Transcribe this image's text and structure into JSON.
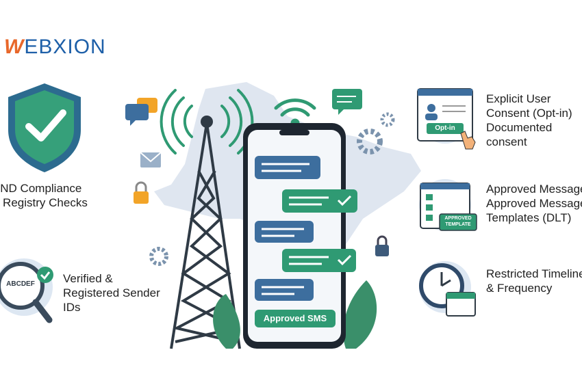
{
  "brand": {
    "logo_text": "WEBXION",
    "logo_accent": "W",
    "logo_rest": "EBXION",
    "colors": {
      "accent": "#e8672a",
      "primary": "#1d5fa8",
      "green": "#2f9a73"
    }
  },
  "left_features": [
    {
      "icon": "shield-check-icon",
      "lines": [
        "DND Compliance",
        "& Registry Checks"
      ]
    },
    {
      "icon": "magnifier-sender-id-icon",
      "badge_text": "ABCDEF",
      "lines": [
        "Verified &",
        "Registered Sender",
        "IDs"
      ]
    }
  ],
  "right_features": [
    {
      "icon": "opt-in-window-icon",
      "button_text": "Opt-in",
      "lines": [
        "Explicit User",
        "Consent (Opt-in)",
        "Documented",
        "consent"
      ]
    },
    {
      "icon": "approved-template-icon",
      "badge_text": [
        "APPROVED",
        "TEMPLATE"
      ],
      "lines": [
        "Approved Message",
        "Approved Message",
        "Templates (DLT)"
      ]
    },
    {
      "icon": "clock-calendar-icon",
      "lines": [
        "Restricted Timeline",
        "& Frequency"
      ]
    }
  ],
  "phone": {
    "badge": "Approved SMS"
  }
}
